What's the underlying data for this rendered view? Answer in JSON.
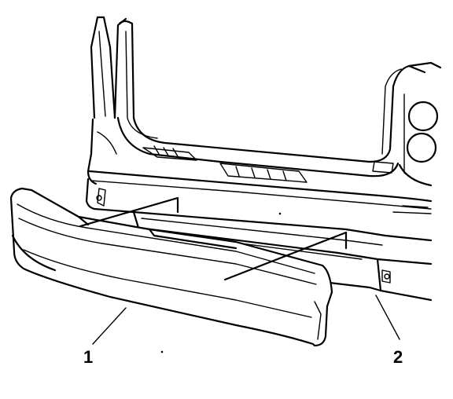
{
  "callouts": [
    {
      "number": "1",
      "part": "rear-bumper-fascia"
    },
    {
      "number": "2",
      "part": "bumper-impact-bar"
    }
  ]
}
